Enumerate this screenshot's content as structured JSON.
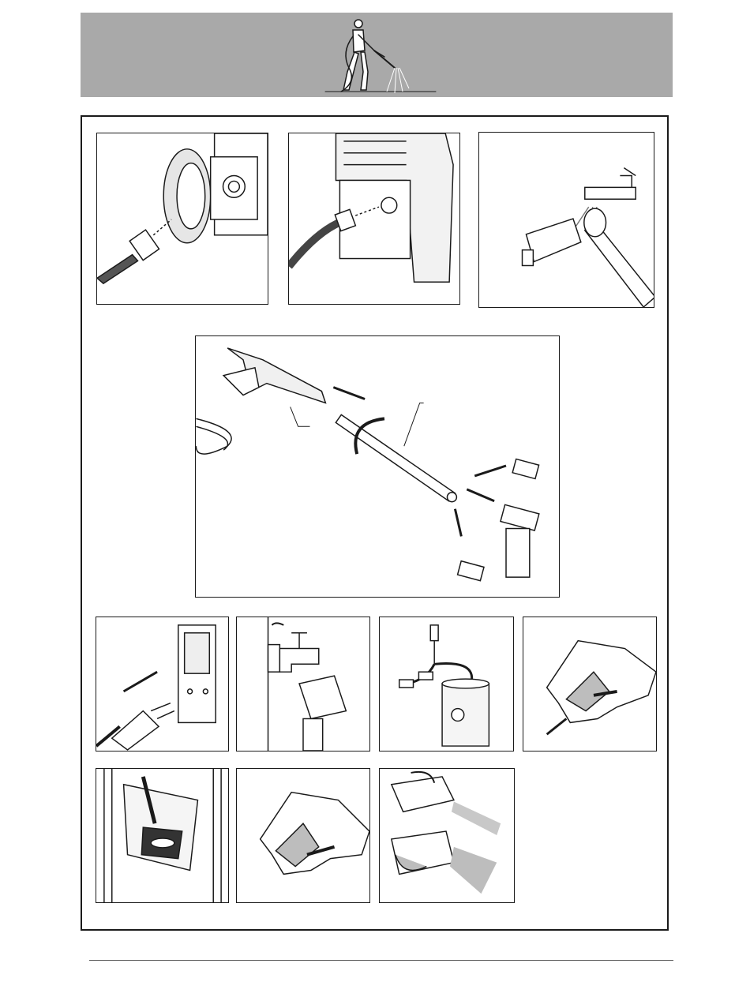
{
  "header": {
    "icon": "pressure-washer-operator-icon",
    "band_color": "#a9a9a9"
  },
  "figures": [
    {
      "id": "fig-1",
      "icon": "hose-outlet-connection-icon"
    },
    {
      "id": "fig-2",
      "icon": "hose-inlet-connection-icon"
    },
    {
      "id": "fig-3",
      "icon": "inlet-filter-rinse-icon"
    },
    {
      "id": "fig-4",
      "icon": "gun-lance-nozzle-assembly-icon"
    },
    {
      "id": "fig-5",
      "icon": "power-plug-socket-icon"
    },
    {
      "id": "fig-6",
      "icon": "water-tap-open-icon"
    },
    {
      "id": "fig-7",
      "icon": "water-tank-suction-icon"
    },
    {
      "id": "fig-8",
      "icon": "trigger-lock-release-icon"
    },
    {
      "id": "fig-9",
      "icon": "power-switch-press-icon"
    },
    {
      "id": "fig-10",
      "icon": "trigger-squeeze-icon"
    },
    {
      "id": "fig-11",
      "icon": "nozzle-spray-adjust-icon"
    }
  ],
  "colors": {
    "line": "#1a1a1a",
    "shade": "#bdbdbd",
    "dark": "#555555"
  }
}
